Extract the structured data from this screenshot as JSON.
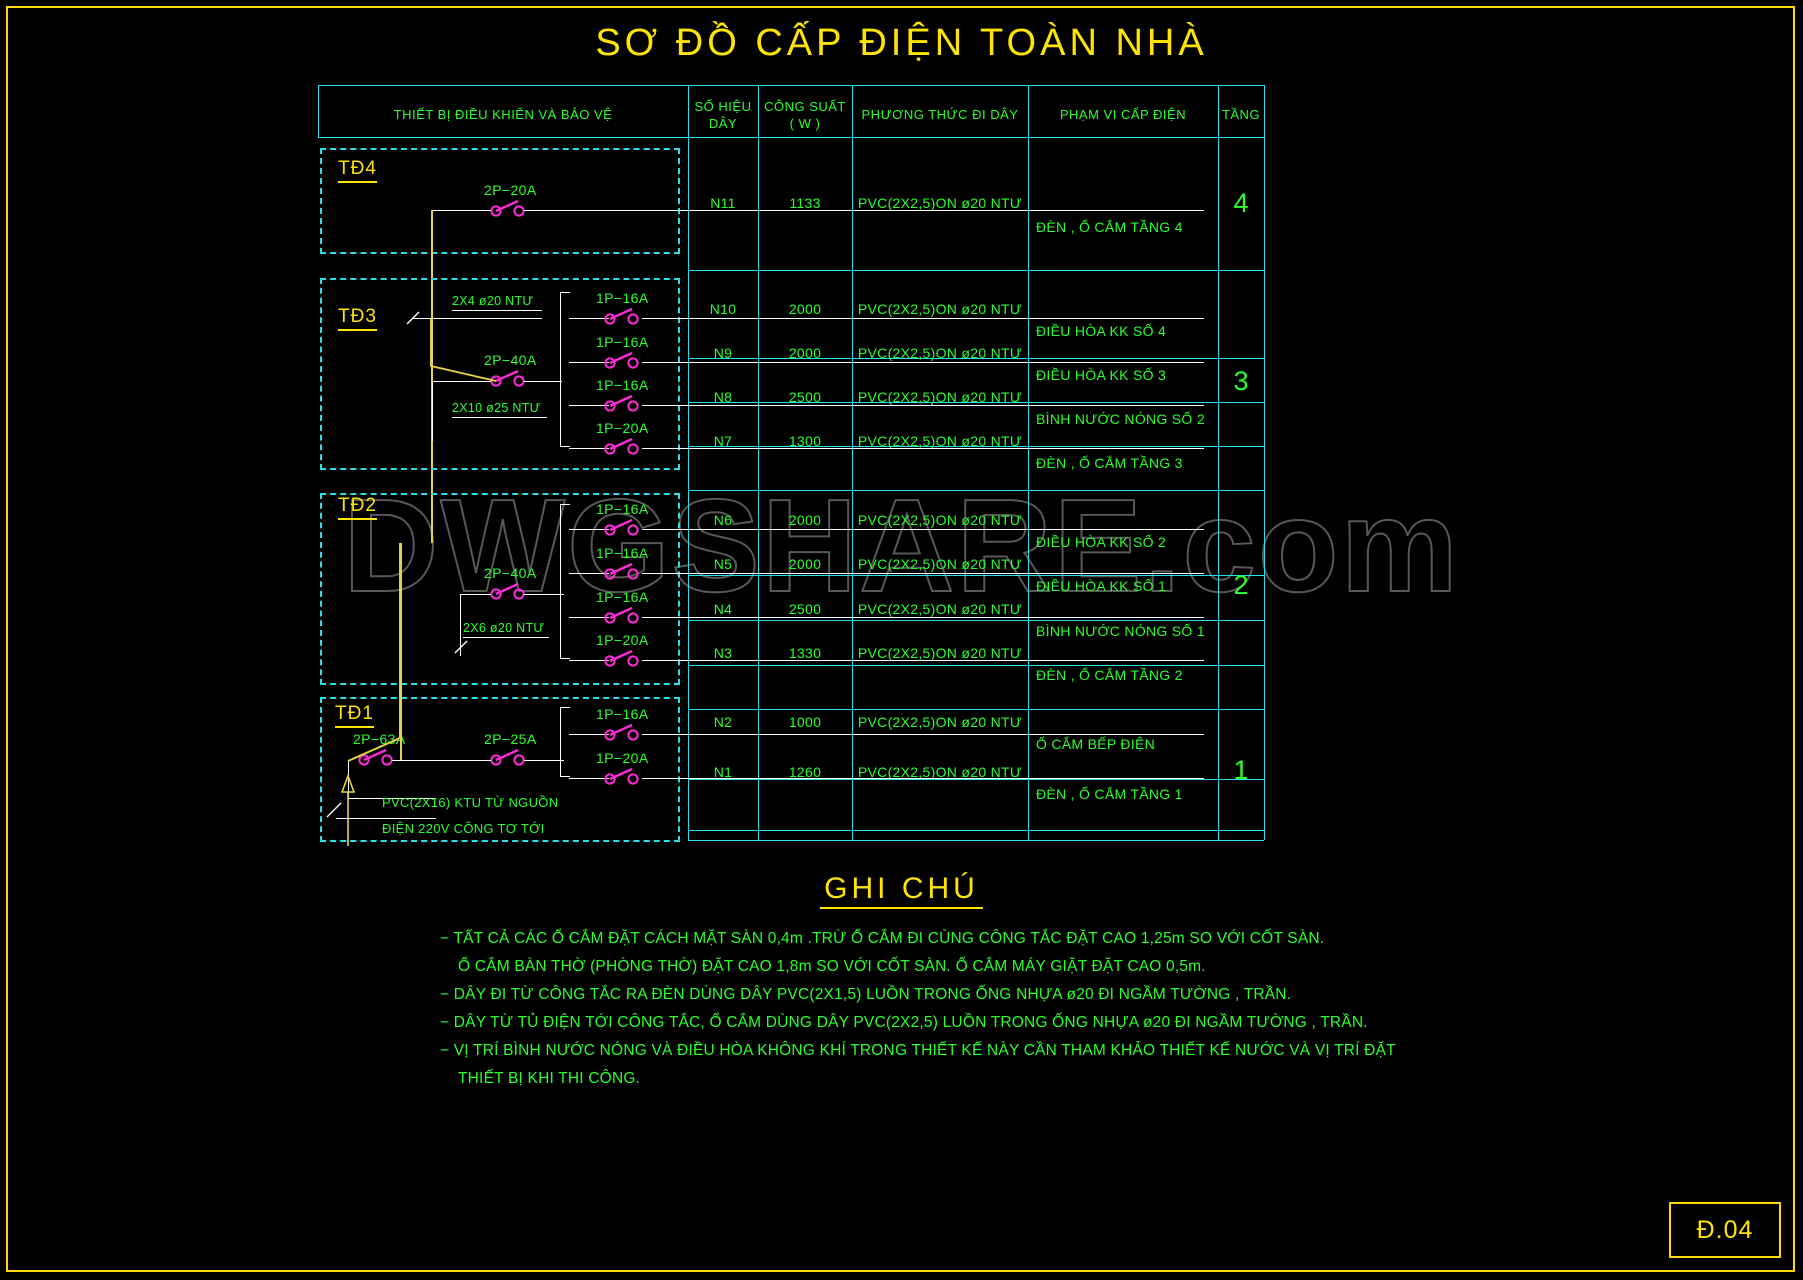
{
  "sheet": {
    "title": "SƠ ĐỒ CẤP ĐIỆN TOÀN NHÀ",
    "number": "Đ.04",
    "watermark": "DWGSHARE.com",
    "border_color": "#ffd900"
  },
  "table": {
    "headers": {
      "device": "THIẾT BỊ ĐIỀU KHIỂN VÀ BẢO VỆ",
      "wire_id_l1": "SỐ HIỆU",
      "wire_id_l2": "DÂY",
      "power_l1": "CÔNG SUẤT",
      "power_l2": "( W )",
      "method": "PHƯƠNG THỨC ĐI DÂY",
      "scope": "PHẠM VI CẤP ĐIỆN",
      "floor": "TẦNG"
    },
    "rows": [
      {
        "id": "N11",
        "power": "1133",
        "method": "PVC(2X2,5)ON ø20 NTƯ",
        "scope": "ĐÈN , Ổ CẮM TẦNG 4"
      },
      {
        "id": "N10",
        "power": "2000",
        "method": "PVC(2X2,5)ON  ø20 NTƯ",
        "scope": "ĐIỀU HÒA KK SỐ 4"
      },
      {
        "id": "N9",
        "power": "2000",
        "method": "PVC(2X2,5)ON  ø20 NTƯ",
        "scope": "ĐIỀU HÒA KK SỐ 3"
      },
      {
        "id": "N8",
        "power": "2500",
        "method": "PVC(2X2,5)ON  ø20 NTƯ",
        "scope": "BÌNH NƯỚC NÓNG SỐ 2"
      },
      {
        "id": "N7",
        "power": "1300",
        "method": "PVC(2X2,5)ON  ø20 NTƯ",
        "scope": "ĐÈN , Ổ CẮM TẦNG 3"
      },
      {
        "id": "N6",
        "power": "2000",
        "method": "PVC(2X2,5)ON  ø20 NTƯ",
        "scope": "ĐIỀU HÒA KK SỐ 2"
      },
      {
        "id": "N5",
        "power": "2000",
        "method": "PVC(2X2,5)ON  ø20 NTƯ",
        "scope": "ĐIỀU HÒA KK SỐ 1"
      },
      {
        "id": "N4",
        "power": "2500",
        "method": "PVC(2X2,5)ON  ø20 NTƯ",
        "scope": "BÌNH NƯỚC NÓNG SỐ 1"
      },
      {
        "id": "N3",
        "power": "1330",
        "method": "PVC(2X2,5)ON  ø20 NTƯ",
        "scope": "ĐÈN , Ổ CẮM TẦNG 2"
      },
      {
        "id": "N2",
        "power": "1000",
        "method": "PVC(2X2,5)ON  ø20 NTƯ",
        "scope": "Ổ CẮM BẾP ĐIỆN"
      },
      {
        "id": "N1",
        "power": "1260",
        "method": "PVC(2X2,5)ON  ø20 NTƯ",
        "scope": "ĐÈN , Ổ CẮM TẦNG 1"
      }
    ],
    "floors": [
      "4",
      "3",
      "2",
      "1"
    ]
  },
  "panels": [
    {
      "name": "TĐ4"
    },
    {
      "name": "TĐ3"
    },
    {
      "name": "TĐ2"
    },
    {
      "name": "TĐ1"
    }
  ],
  "breakers": {
    "td4_main": "2P−20A",
    "td3_b1": "1P−16A",
    "td3_b2": "1P−16A",
    "td3_b3": "1P−16A",
    "td3_b4": "1P−20A",
    "td3_main": "2P−40A",
    "td2_b1": "1P−16A",
    "td2_b2": "1P−16A",
    "td2_b3": "1P−16A",
    "td2_b4": "1P−20A",
    "td2_main": "2P−40A",
    "td1_b1": "1P−16A",
    "td1_b2": "1P−20A",
    "td1_main": "2P−63A",
    "td1_sub": "2P−25A"
  },
  "cables": {
    "td3_top": "2X4 ø20 NTƯ",
    "td3_bot": "2X10 ø25 NTƯ",
    "td2_feed": "2X6 ø20 NTƯ"
  },
  "supply_note": {
    "line1": "PVC(2X16) KTU TỪ NGUỒN",
    "line2": "ĐIỆN 220V CÔNG TƠ TỚI"
  },
  "notes": {
    "title": "GHI  CHÚ",
    "items": [
      "− TẤT CẢ CÁC Ổ CẮM ĐẶT CÁCH MẶT SÀN 0,4m .TRỪ Ổ CẮM ĐI CÙNG CÔNG TẮC ĐẶT CAO 1,25m SO VỚI CỐT SÀN.",
      "Ổ CẮM BÀN THỜ (PHÒNG THỜ) ĐẶT CAO 1,8m SO VỚI CỐT SÀN. Ổ CẮM MÁY GIẶT ĐẶT CAO 0,5m.",
      "− DÂY ĐI TỪ CÔNG TẮC RA ĐÈN DÙNG DÂY PVC(2X1,5) LUỒN TRONG ỐNG NHỰA ø20 ĐI NGẦM TƯỜNG , TRẦN.",
      "− DÂY TỪ TỦ ĐIỆN TỚI CÔNG TẮC, Ổ CẮM DÙNG DÂY PVC(2X2,5) LUỒN TRONG ỐNG NHỰA ø20 ĐI NGẦM TƯỜNG , TRẦN.",
      "− VỊ TRÍ BÌNH NƯỚC NÓNG VÀ ĐIỀU HÒA KHÔNG KHÍ TRONG THIẾT KẾ NÀY CẦN THAM KHẢO THIẾT KẾ NƯỚC VÀ VỊ TRÍ ĐẶT",
      "THIẾT BỊ KHI THI CÔNG."
    ],
    "indent_flags": [
      false,
      true,
      false,
      false,
      false,
      true
    ]
  },
  "colors": {
    "title": "#ffe400",
    "table_line": "#27e0e8",
    "text": "#2bff2b",
    "switch": "#ff2bd8",
    "wire": "#ffffff",
    "feeder": "#e8d44a"
  }
}
